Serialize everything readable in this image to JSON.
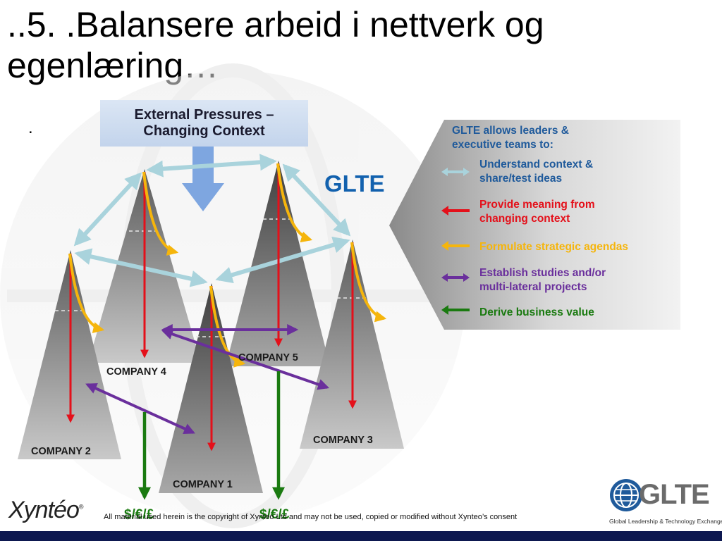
{
  "slide": {
    "title": "..5. .Balansere arbeid i nettverk og egenlæring…",
    "title_dot": "."
  },
  "pressures": {
    "label": "External Pressures –\nChanging Context"
  },
  "glte_label": "GLTE",
  "legend": {
    "heading": "GLTE allows leaders &\nexecutive teams to:",
    "items": [
      {
        "text": "Understand context &\nshare/test ideas",
        "color": "#1f5a9b",
        "arrow_color": "#a9d3dc",
        "arrow": "double-arrow-icon"
      },
      {
        "text": "Provide meaning  from\nchanging context",
        "color": "#e4101a",
        "arrow_color": "#e4101a",
        "arrow": "left-arrow-icon"
      },
      {
        "text_a": "Formulate",
        "text_b": " strategic agendas",
        "color": "#f5b50c",
        "arrow_color": "#f5b50c",
        "arrow": "left-arrow-icon"
      },
      {
        "text": "Establish studies and/or\nmulti-lateral projects",
        "color": "#6a2f9c",
        "arrow_color": "#6a2f9c",
        "arrow": "double-arrow-icon"
      },
      {
        "text": "Derive business  value",
        "color": "#1a7a10",
        "arrow_color": "#1a7a10",
        "arrow": "left-arrow-icon"
      }
    ]
  },
  "companies": {
    "c1": "COMPANY 1",
    "c2": "COMPANY 2",
    "c3": "COMPANY 3",
    "c4": "COMPANY 4",
    "c5": "COMPANY 5"
  },
  "outputs": {
    "left": "$/€/£",
    "right": "$/€/£"
  },
  "footer": {
    "brand": "Xyntéo",
    "copyright": "All material used herein is the copyright of Xynteo Ltd and may not be used, copied or modified without Xynteo’s consent",
    "logo_text": "GLTE",
    "logo_sub": "Global Leadership & Technology Exchange"
  },
  "colors": {
    "blue_arrow": "#a9d3dc",
    "red": "#e4101a",
    "yellow": "#f5b50c",
    "purple": "#6a2f9c",
    "green": "#1a7a10",
    "pressure_arrow": "#7ea6e0"
  }
}
